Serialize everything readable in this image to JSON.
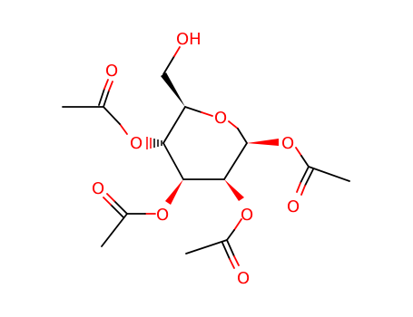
{
  "structure": {
    "atom_labels": {
      "hydroxyl": "OH",
      "ring_oxygen": "O",
      "ester_oxygens": [
        "O",
        "O",
        "O",
        "O"
      ],
      "carbonyl_oxygens": [
        "O",
        "O",
        "O",
        "O"
      ]
    },
    "colors": {
      "heteroatom": "#ff0000",
      "bond": "#000000",
      "background": "#ffffff"
    }
  }
}
